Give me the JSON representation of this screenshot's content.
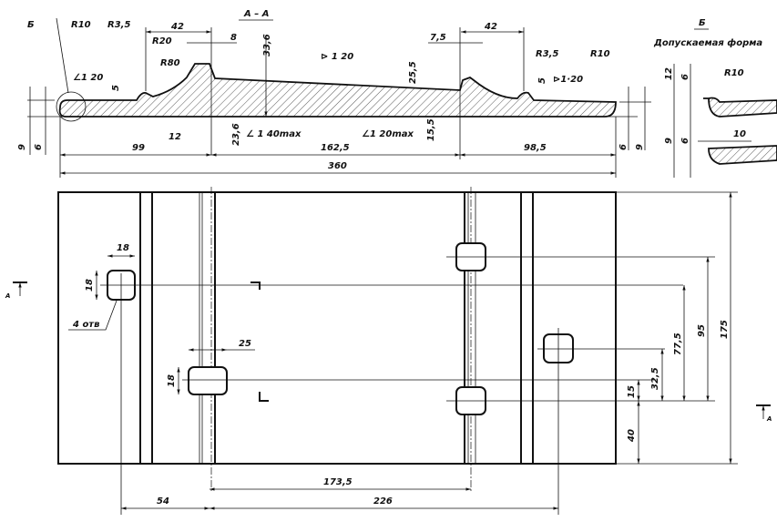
{
  "section": {
    "title": "А – А",
    "callout_b": "Б",
    "r10_left": "R10",
    "r3_5_left": "R3,5",
    "r20": "R20",
    "r80": "R80",
    "slope_1_20_left": "∠1 20",
    "slope_1_20_top": "⊳ 1 20",
    "slope_1_40": "∠ 1 40max",
    "slope_1_20_max": "∠1 20max",
    "slope_1_20_right": "⊳1·20",
    "r3_5_right": "R3,5",
    "r10_right": "R10",
    "dim_42_left": "42",
    "dim_8": "8",
    "dim_33_6": "33,6",
    "dim_5_left": "5",
    "dim_12": "12",
    "dim_23_6": "23,6",
    "dim_9_left": "9",
    "dim_6_left": "6",
    "dim_99": "99",
    "dim_162_5": "162,5",
    "dim_98_5": "98,5",
    "dim_360": "360",
    "dim_7_5": "7,5",
    "dim_42_right": "42",
    "dim_25_5": "25,5",
    "dim_15_5": "15,5",
    "dim_5_right": "5",
    "dim_6_right": "6",
    "dim_9_right": "9"
  },
  "detail": {
    "title": "Б",
    "subtitle": "Допускаемая форма",
    "r10": "R10",
    "dim_12": "12",
    "dim_6_top": "6",
    "dim_9": "9",
    "dim_6_bottom": "6",
    "dim_10": "10"
  },
  "plan": {
    "section_mark_left": "A",
    "section_mark_right": "A",
    "hole_w": "18",
    "hole_h": "18",
    "hole_note": "4 отв",
    "slot_w": "25",
    "slot_h": "18",
    "dim_175": "175",
    "dim_95": "95",
    "dim_77_5": "77,5",
    "dim_32_5": "32,5",
    "dim_15": "15",
    "dim_40": "40",
    "dim_173_5": "173,5",
    "dim_54": "54",
    "dim_226": "226"
  }
}
